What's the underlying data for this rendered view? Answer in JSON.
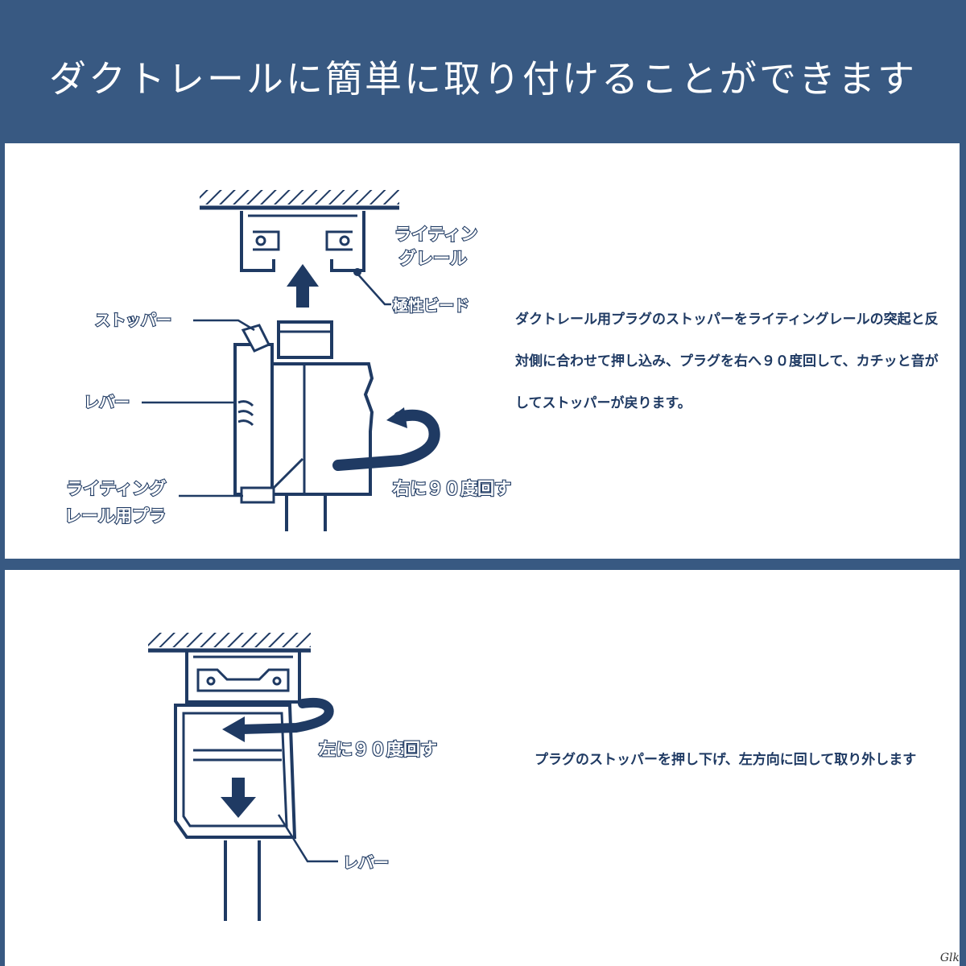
{
  "banner": {
    "title": "ダクトレールに簡単に取り付けることができます"
  },
  "step1": {
    "labels": {
      "rail_line1": "ライティン",
      "rail_line2": "グレール",
      "polarity": "極性ビード",
      "stopper": "ストッパー",
      "lever": "レバー",
      "plug_line1": "ライティング",
      "plug_line2": "レール用プラ",
      "rotate": "右に９０度回す"
    },
    "description": "ダクトレール用プラグのストッパーをライティングレールの突起と反対側に合わせて押し込み、プラグを右へ９０度回して、カチッと音がしてストッパーが戻ります。"
  },
  "step2": {
    "labels": {
      "rotate": "左に９０度回す",
      "lever": "レバー"
    },
    "description": "プラグのストッパーを押し下げ、左方向に回して取り外します"
  },
  "watermark": "Glk",
  "colors": {
    "banner": "#385982",
    "ink": "#1f3a63",
    "panel": "#ffffff"
  }
}
